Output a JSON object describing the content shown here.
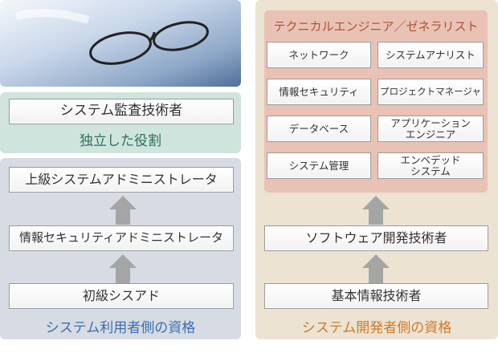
{
  "audit": {
    "box": "システム監査技術者",
    "label": "独立した役割"
  },
  "user_side": {
    "items": [
      "上級システムアドミニストレータ",
      "情報セキュリティアドミニストレータ",
      "初級シスアド"
    ],
    "label": "システム利用者側の資格"
  },
  "dev_side": {
    "title": "テクニカルエンジニア／ゼネラリスト",
    "grid": [
      "ネットワーク",
      "システムアナリスト",
      "情報セキュリティ",
      "プロジェクトマネージャ",
      "データベース",
      "アプリケーション\nエンジニア",
      "システム管理",
      "エンベデッド\nシステム"
    ],
    "items": [
      "ソフトウェア開発技術者",
      "基本情報技術者"
    ],
    "label": "システム開発者側の資格"
  },
  "colors": {
    "green_panel": "#cfe4dc",
    "gray_panel": "#d7dbe3",
    "beige_panel": "#ede3d2",
    "pink_panel": "#e8c3b5",
    "label_blue": "#3b6fb2",
    "label_green": "#2f6f60",
    "label_orange": "#cf7a2a",
    "title_red": "#b34f3a"
  }
}
